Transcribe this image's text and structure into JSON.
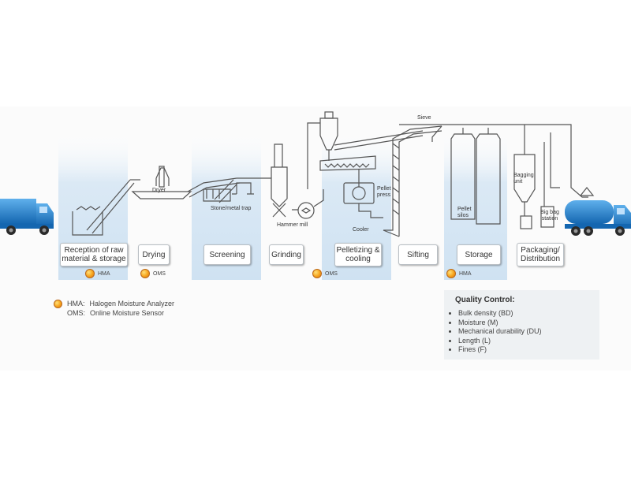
{
  "stages": [
    {
      "label": "Reception of raw material & storage"
    },
    {
      "label": "Drying"
    },
    {
      "label": "Screening"
    },
    {
      "label": "Grinding"
    },
    {
      "label": "Pelletizing & cooling"
    },
    {
      "label": "Sifting"
    },
    {
      "label": "Storage"
    },
    {
      "label": "Packaging/ Distribution"
    }
  ],
  "sensors": [
    "HMA",
    "OMS",
    "OMS",
    "HMA"
  ],
  "equipment_labels": {
    "dryer": "Dryer",
    "stone_trap": "Stone/metal trap",
    "hammer_mill": "Hammer mill",
    "pellet_press": "Pellet press",
    "cooler": "Cooler",
    "sieve": "Sieve",
    "pellet_silos": "Pellet silos",
    "bagging_unit": "Bagging unit",
    "big_bag_station": "Big bag station"
  },
  "legend": [
    {
      "code": "HMA:",
      "text": "Halogen Moisture Analyzer"
    },
    {
      "code": "OMS:",
      "text": "Online Moisture Sensor"
    }
  ],
  "quality_control": {
    "title": "Quality Control:",
    "items": [
      "Bulk density (BD)",
      "Moisture (M)",
      "Mechanical durability (DU)",
      "Length (L)",
      "Fines (F)"
    ]
  },
  "colors": {
    "band": "#dbe9f5",
    "line": "#555555",
    "truck": "#1f77c4",
    "sensor": "#f6a21a",
    "qc_bg": "#eef1f3"
  }
}
